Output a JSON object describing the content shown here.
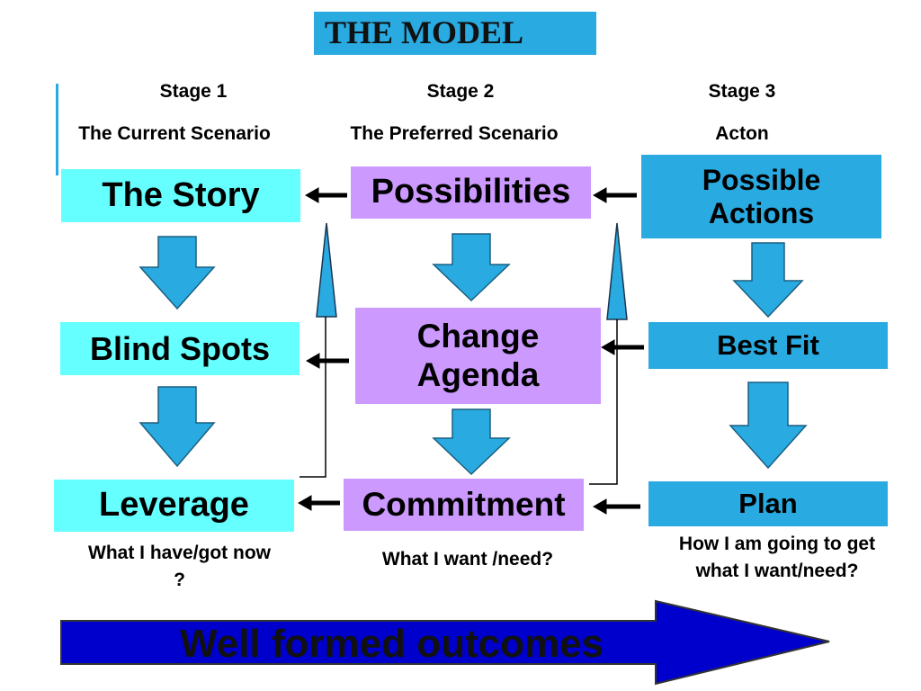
{
  "title": "THE MODEL",
  "stages": [
    {
      "label": "Stage 1",
      "scenario": "The Current Scenario"
    },
    {
      "label": "Stage 2",
      "scenario": "The Preferred  Scenario"
    },
    {
      "label": "Stage 3",
      "scenario": "Acton"
    }
  ],
  "columns": {
    "col1": [
      "The Story",
      "Blind Spots",
      "Leverage"
    ],
    "col2": [
      "Possibilities",
      "Change Agenda",
      "Commitment"
    ],
    "col3": [
      "Possible Actions",
      "Best Fit",
      "Plan"
    ]
  },
  "questions": {
    "col1": "What I  have/got now ?",
    "col2": "What I want /need?",
    "col3": "How I am going to get what I want/need?"
  },
  "outcome": "Well formed outcomes",
  "colors": {
    "cyan": "#66ffff",
    "purple": "#cc99ff",
    "blue": "#29abe2",
    "outcome_arrow": "#0000cc"
  }
}
